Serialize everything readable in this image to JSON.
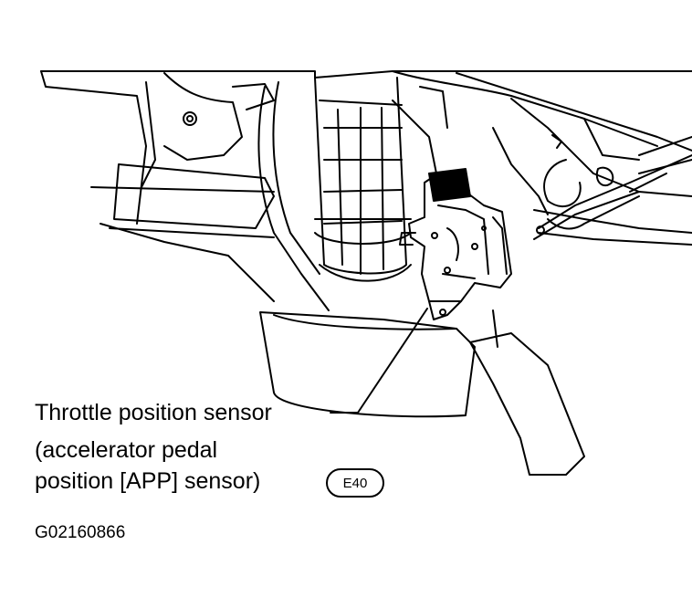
{
  "callout": {
    "line1": "Throttle position sensor",
    "line2": "(accelerator pedal",
    "line3": "position [APP] sensor)"
  },
  "connector_badge": "E40",
  "figure_id": "G02160866"
}
